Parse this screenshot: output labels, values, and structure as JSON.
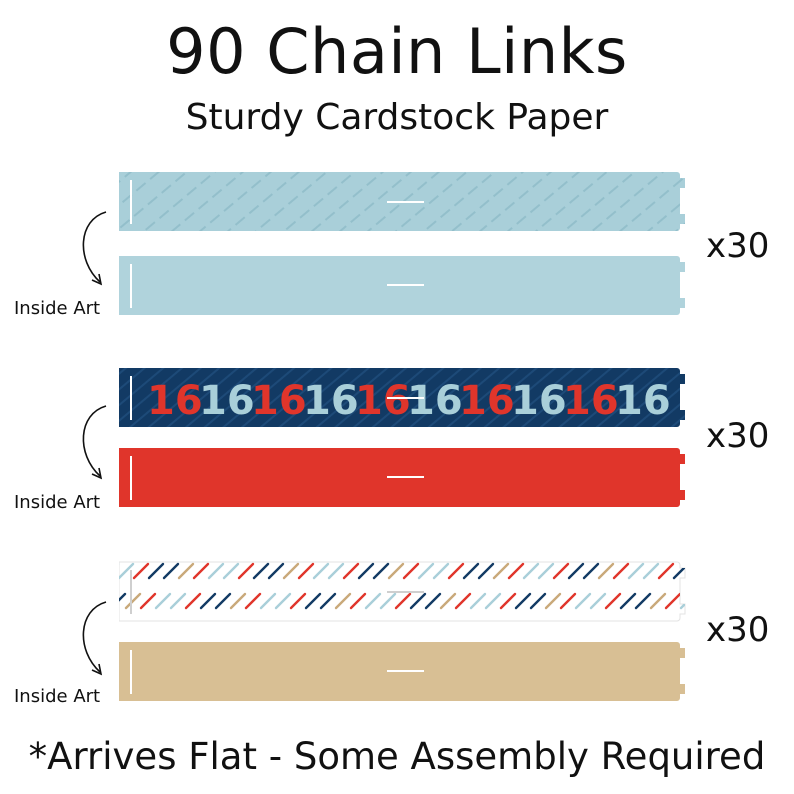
{
  "header": {
    "title": "90 Chain Links",
    "subtitle": "Sturdy Cardstock Paper"
  },
  "groups": [
    {
      "count": "x30",
      "inside_label": "Inside Art",
      "outer_style": "light-blue-diagonal-dashes",
      "inner_style": "light-blue-solid",
      "colors": {
        "outer": "#a9cfd9",
        "outer_pattern": "#93bfcb",
        "inner": "#b0d3dc"
      }
    },
    {
      "count": "x30",
      "inside_label": "Inside Art",
      "outer_style": "navy-with-16-numbers",
      "inner_style": "red-solid",
      "numbers": [
        "16",
        "16",
        "16",
        "16",
        "16",
        "16",
        "16",
        "16",
        "16",
        "16"
      ],
      "colors": {
        "outer": "#123a64",
        "outer_pattern": "#1d4a78",
        "num_red": "#e0352b",
        "num_blue": "#a9cfd9",
        "inner": "#e0352b"
      }
    },
    {
      "count": "x30",
      "inside_label": "Inside Art",
      "outer_style": "white-multicolor-dashes",
      "inner_style": "kraft-solid",
      "colors": {
        "outer": "#ffffff",
        "dash_navy": "#123a64",
        "dash_red": "#e0352b",
        "dash_blue": "#a9cfd9",
        "dash_tan": "#c9a97a",
        "inner": "#d8bf94"
      }
    }
  ],
  "footer": {
    "note": "*Arrives Flat - Some Assembly Required"
  }
}
